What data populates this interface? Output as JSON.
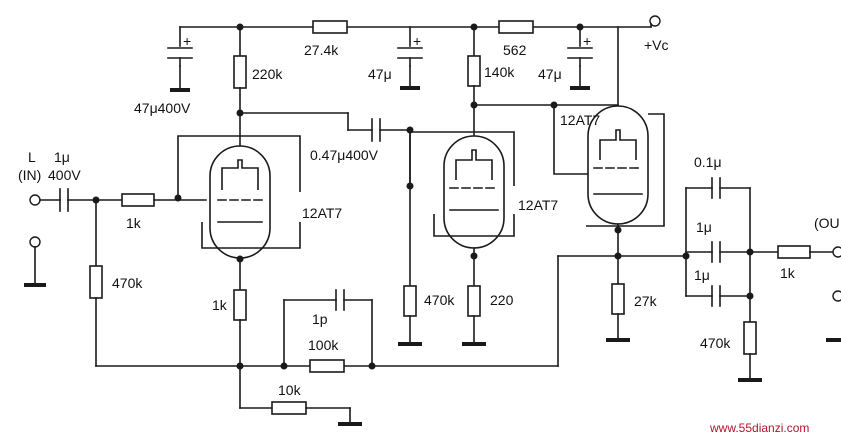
{
  "labels": {
    "input_l": "L",
    "input_in": "(IN)",
    "c_in_value": "1μ",
    "c_in_voltage": "400V",
    "r_grid1": "1k",
    "r_leak1": "470k",
    "r_cath1": "1k",
    "r_plate1": "220k",
    "r_dec1": "27.4k",
    "c_dec0": "47μ400V",
    "c_dec1": "47μ",
    "r_dec2": "562",
    "c_dec2": "47μ",
    "vcc": "+Vc",
    "r_plate2": "140k",
    "c_couple": "0.47μ400V",
    "tube1": "12AT7",
    "tube2": "12AT7",
    "tube3": "12AT7",
    "r_grid2": "470k",
    "r_cath2": "220",
    "c_fb": "1p",
    "r_fb": "100k",
    "r_fb2": "10k",
    "r_cath3": "27k",
    "c_out1": "0.1μ",
    "c_out2": "1μ",
    "c_out3": "1μ",
    "r_out": "1k",
    "r_out_leak": "470k",
    "output": "(OU",
    "watermark": "www.55dianzi.com"
  }
}
